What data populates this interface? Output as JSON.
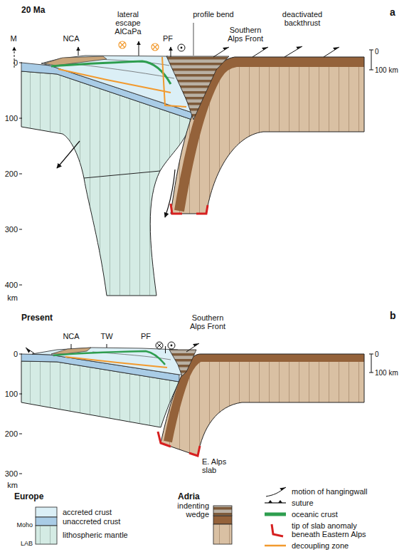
{
  "diagram": {
    "labels": [
      "20 Ma",
      "a",
      "M",
      "NCA",
      "lateral escape AlCaPa",
      "PF",
      "profile bend",
      "Southern Alps Front",
      "deactivated backthrust",
      "0",
      "100 km",
      "0",
      "100",
      "200",
      "300",
      "400",
      "km",
      "Present",
      "b",
      "NCA",
      "TW",
      "PF",
      "Southern Alps Front",
      "0",
      "100 km",
      "0",
      "100",
      "200",
      "300",
      "km",
      "E. Alps slab",
      "Europe",
      "Moho",
      "LAB",
      "Adria"
    ],
    "legend": [
      {
        "text": "accreted crust",
        "color": "#dbeff6"
      },
      {
        "text": "unaccreted crust",
        "color": "#a9cce6"
      },
      {
        "text": "lithospheric mantle",
        "color": "#d4ebe4"
      },
      {
        "text": "indenting wedge"
      },
      {
        "text": "motion of hangingwall"
      },
      {
        "text": "suture"
      },
      {
        "text": "oceanic crust"
      },
      {
        "text": "tip of slab anomaly beneath Eastern Alps"
      },
      {
        "text": "decoupling zone"
      }
    ]
  }
}
